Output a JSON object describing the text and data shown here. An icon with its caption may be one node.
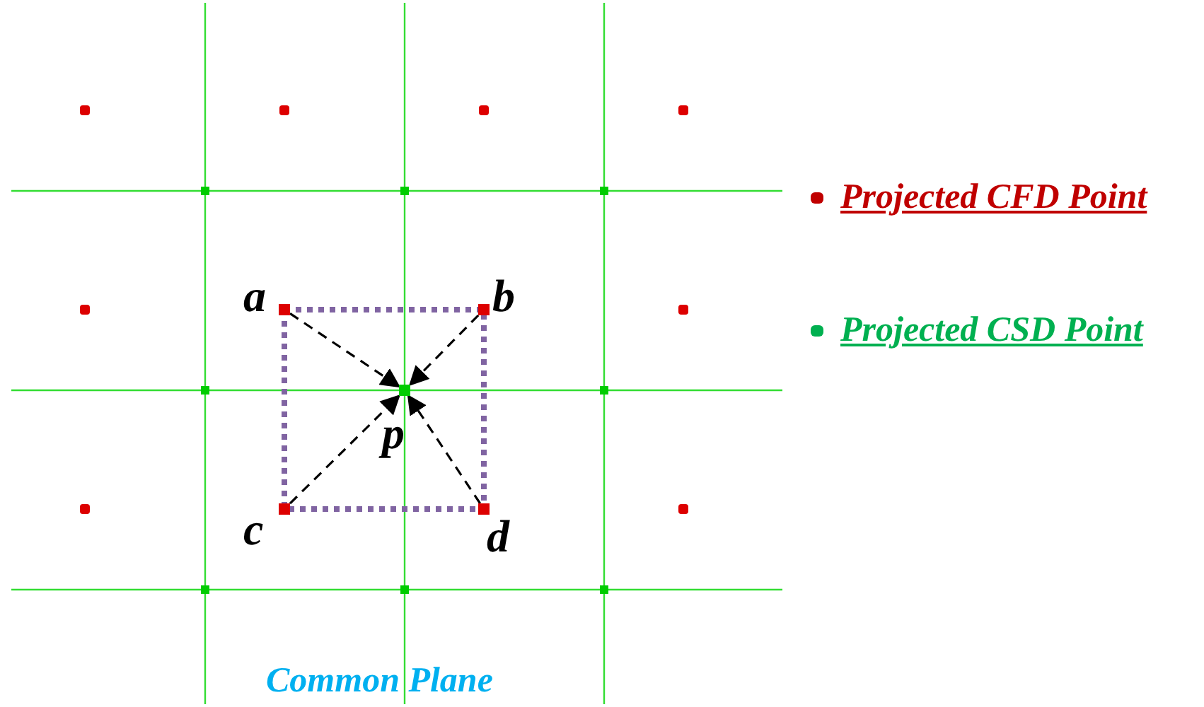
{
  "diagram": {
    "caption": "Common Plane",
    "nodes": [
      {
        "text": [],
        "shape": "box",
        "beside": [
          "a"
        ]
      },
      {
        "text": [],
        "shape": "box",
        "beside": [
          "b"
        ]
      },
      {
        "text": [],
        "shape": "box",
        "beside": [
          "p"
        ]
      },
      {
        "text": [],
        "shape": "box",
        "beside": [
          "c"
        ]
      },
      {
        "text": [],
        "shape": "box",
        "beside": [
          "d"
        ]
      }
    ],
    "edges": [
      {
        "from": 0,
        "to": 2,
        "arrow": "to",
        "style": "dashed"
      },
      {
        "from": 1,
        "to": 2,
        "arrow": "to",
        "style": "dashed"
      },
      {
        "from": 3,
        "to": 2,
        "arrow": "to",
        "style": "dashed"
      },
      {
        "from": 4,
        "to": 2,
        "arrow": "to",
        "style": "dashed"
      }
    ],
    "legend": [
      {
        "text": "Projected CFD Point",
        "color": "#c00000"
      },
      {
        "text": "Projected CSD Point",
        "color": "#00b050"
      }
    ]
  }
}
